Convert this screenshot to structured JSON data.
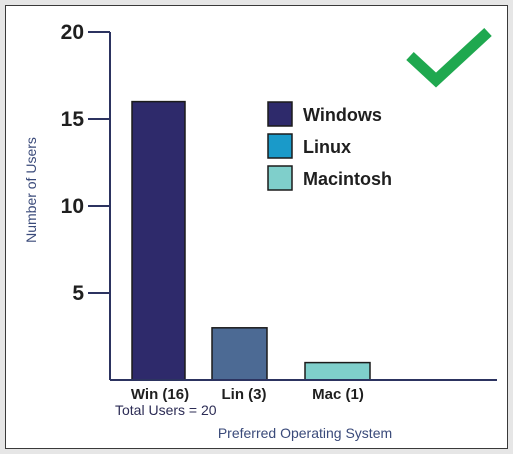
{
  "chart_data": {
    "type": "bar",
    "categories": [
      "Windows",
      "Linux",
      "Macintosh"
    ],
    "category_labels": [
      "Win (16)",
      "Lin (3)",
      "Mac (1)"
    ],
    "values": [
      16,
      3,
      1
    ],
    "colors": [
      "#2e2a6b",
      "#4c6a94",
      "#7fcfcb"
    ],
    "legend": [
      "Windows",
      "Linux",
      "Macintosh"
    ],
    "legend_colors": [
      "#2e2a6b",
      "#1a9ac9",
      "#7fcfcb"
    ],
    "yticks": [
      5,
      10,
      15,
      20
    ],
    "ylim": [
      0,
      20
    ],
    "ylabel": "Number of Users",
    "xlabel": "Preferred Operating System",
    "note": "Total Users = 20",
    "legend_position": "top-right",
    "grid": false,
    "title": ""
  },
  "decor": {
    "check_icon_color": "#1fa84f"
  }
}
